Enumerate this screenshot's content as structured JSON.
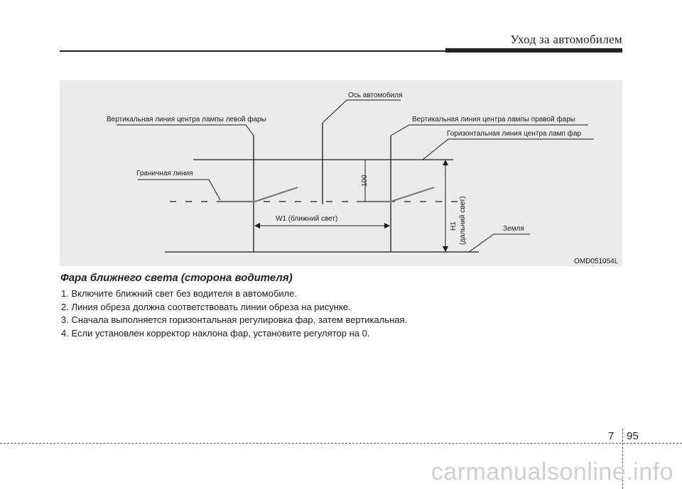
{
  "header": {
    "title": "Уход за автомобилем"
  },
  "figure": {
    "labels": {
      "vehicle_axis": "Ось автомобиля",
      "left_lamp_vertical": "Вертикальная линия центра лампы левой фары",
      "right_lamp_vertical": "Вертикальная линия центра лампы правой фары",
      "lamp_horizontal": "Горизонтальная линия центра ламп фар",
      "cutoff_line": "Граничная линия",
      "ground": "Земля",
      "w1": "W1 (ближний свет)",
      "h1": "H1",
      "h1_sub": "(дальний свет)",
      "dim_100": "100",
      "figure_code": "OMD051054L"
    }
  },
  "section": {
    "title": "Фара ближнего света (сторона водителя)",
    "steps": [
      "1. Включите ближний свет без водителя в автомобиле.",
      "2. Линия обреза должна соответствовать линии обреза на рисунке.",
      "3. Сначала выполняется горизонтальная регулировка фар, затем вертикальная.",
      "4. Если установлен корректор наклона фар, установите регулятор на 0."
    ]
  },
  "footer": {
    "chapter": "7",
    "page": "95",
    "watermark": "carmanualsonline.info"
  }
}
